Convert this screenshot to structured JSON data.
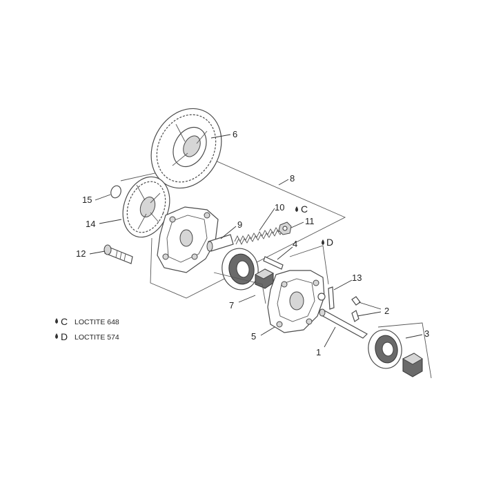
{
  "diagram": {
    "callouts": [
      {
        "id": "1",
        "label": "1"
      },
      {
        "id": "2",
        "label": "2"
      },
      {
        "id": "3",
        "label": "3"
      },
      {
        "id": "4",
        "label": "4"
      },
      {
        "id": "5",
        "label": "5"
      },
      {
        "id": "6",
        "label": "6"
      },
      {
        "id": "7",
        "label": "7"
      },
      {
        "id": "8",
        "label": "8"
      },
      {
        "id": "9",
        "label": "9"
      },
      {
        "id": "10",
        "label": "10"
      },
      {
        "id": "11",
        "label": "11"
      },
      {
        "id": "12",
        "label": "12"
      },
      {
        "id": "13",
        "label": "13"
      },
      {
        "id": "14",
        "label": "14"
      },
      {
        "id": "15",
        "label": "15"
      }
    ],
    "markers": {
      "c_letter": "C",
      "d_letter": "D"
    },
    "legend": [
      {
        "letter": "C",
        "text": "LOCTITE 648"
      },
      {
        "letter": "D",
        "text": "LOCTITE 574"
      }
    ]
  }
}
